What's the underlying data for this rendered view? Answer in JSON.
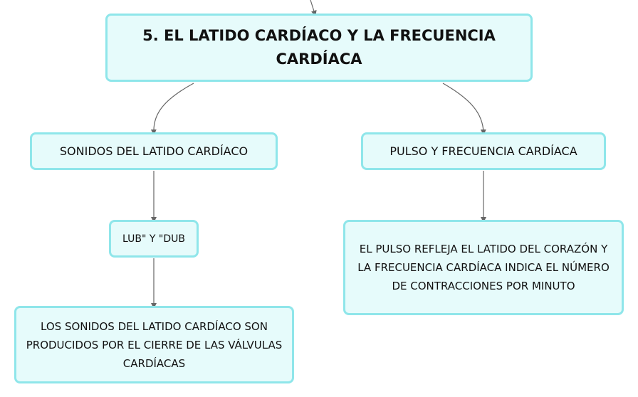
{
  "nodes": {
    "root": "5. EL LATIDO CARDÍACO Y LA FRECUENCIA CARDÍACA",
    "sounds": "SONIDOS DEL LATIDO CARDÍACO",
    "pulse": "PULSO Y FRECUENCIA CARDÍACA",
    "lub_dub": "LUB\" Y \"DUB",
    "sounds_detail": "LOS SONIDOS DEL LATIDO CARDÍACO SON PRODUCIDOS POR EL CIERRE DE LAS VÁLVULAS CARDÍACAS",
    "pulse_detail": "EL PULSO REFLEJA EL LATIDO DEL CORAZÓN Y LA FRECUENCIA CARDÍACA INDICA EL NÚMERO DE CONTRACCIONES POR MINUTO"
  },
  "colors": {
    "node_fill": "#e6fbfb",
    "node_border": "#8fe6ea",
    "connector": "#666666"
  }
}
